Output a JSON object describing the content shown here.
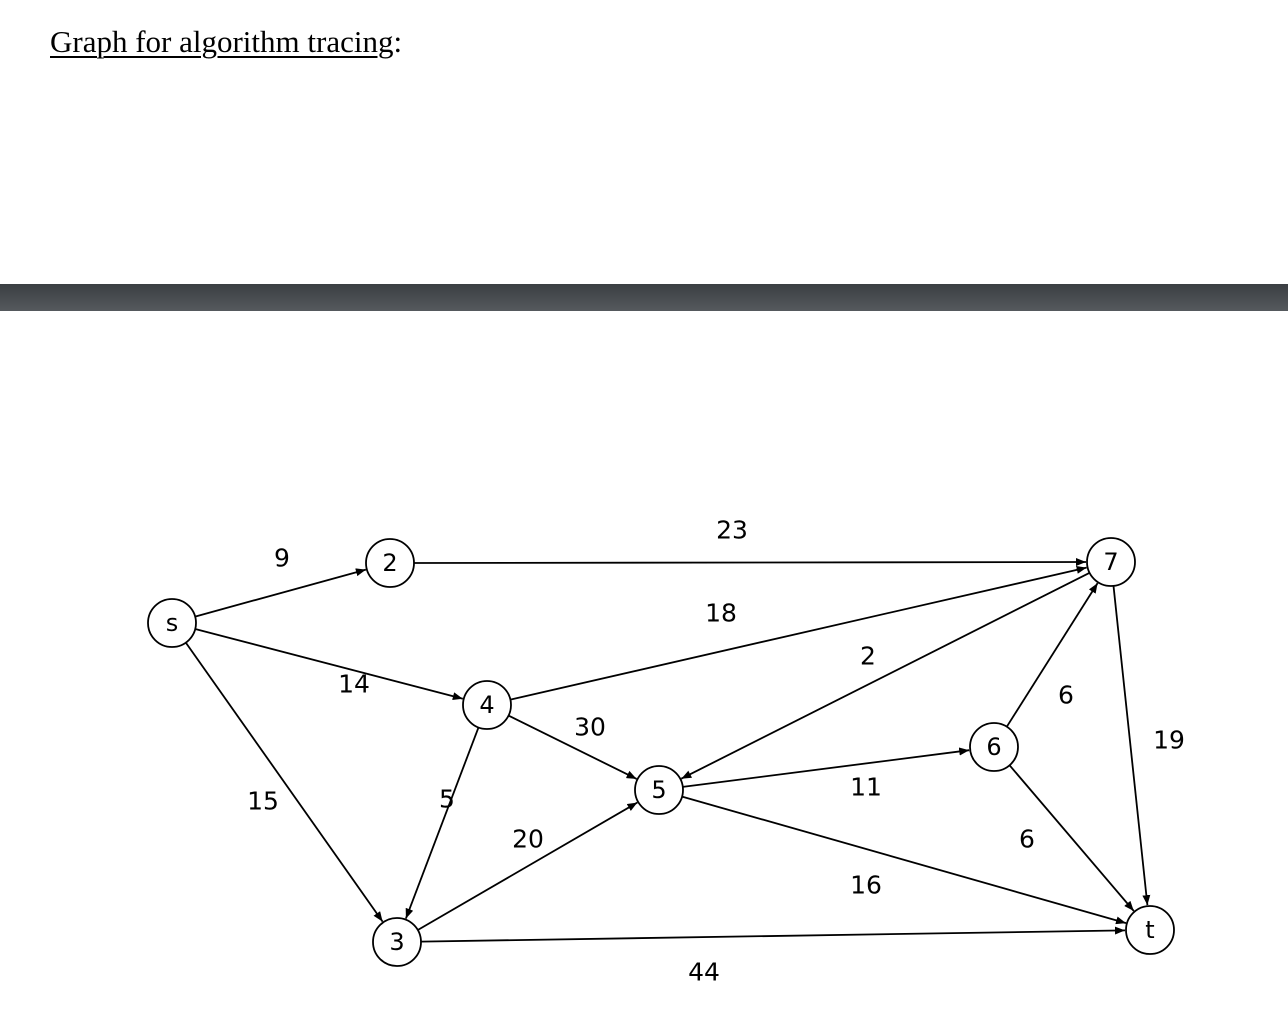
{
  "heading": {
    "underlined_text": "Graph for algorithm tracing",
    "suffix": ":"
  },
  "colors": {
    "separator": "#474b4f",
    "line": "#000000",
    "background": "#ffffff"
  },
  "graph": {
    "nodes": [
      {
        "id": "s",
        "label": "s"
      },
      {
        "id": "2",
        "label": "2"
      },
      {
        "id": "3",
        "label": "3"
      },
      {
        "id": "4",
        "label": "4"
      },
      {
        "id": "5",
        "label": "5"
      },
      {
        "id": "6",
        "label": "6"
      },
      {
        "id": "7",
        "label": "7"
      },
      {
        "id": "t",
        "label": "t"
      }
    ],
    "edges": [
      {
        "from": "s",
        "to": "2",
        "weight": "9"
      },
      {
        "from": "s",
        "to": "4",
        "weight": "14"
      },
      {
        "from": "s",
        "to": "3",
        "weight": "15"
      },
      {
        "from": "2",
        "to": "7",
        "weight": "23"
      },
      {
        "from": "4",
        "to": "7",
        "weight": "18"
      },
      {
        "from": "4",
        "to": "5",
        "weight": "30"
      },
      {
        "from": "4",
        "to": "3",
        "weight": "5"
      },
      {
        "from": "3",
        "to": "5",
        "weight": "20"
      },
      {
        "from": "3",
        "to": "t",
        "weight": "44"
      },
      {
        "from": "7",
        "to": "5",
        "weight": "2"
      },
      {
        "from": "5",
        "to": "6",
        "weight": "11"
      },
      {
        "from": "5",
        "to": "t",
        "weight": "16"
      },
      {
        "from": "6",
        "to": "7",
        "weight": "6"
      },
      {
        "from": "6",
        "to": "t",
        "weight": "6"
      },
      {
        "from": "7",
        "to": "t",
        "weight": "19"
      }
    ]
  }
}
